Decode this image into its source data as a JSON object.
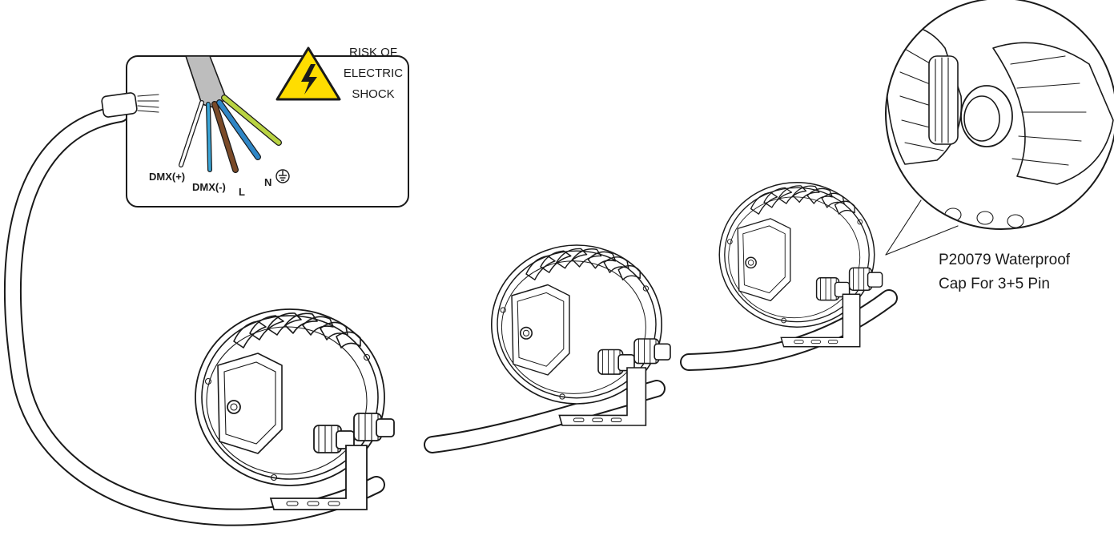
{
  "wiring_box": {
    "conductors": [
      {
        "label": "DMX(+)",
        "color": "#ffffff"
      },
      {
        "label": "DMX(-)",
        "color": "#3aa6d8"
      },
      {
        "label": "L",
        "color": "#7a4a28"
      },
      {
        "label": "N",
        "color": "#2f86c6"
      },
      {
        "label": "",
        "color": "#b9d342"
      }
    ],
    "earth_icon": "ground-symbol-icon",
    "cable_color": "#bdbdbd"
  },
  "warning": {
    "icon": "high-voltage-warning-icon",
    "line1": "RISK OF",
    "line2": "ELECTRIC",
    "line3": "SHOCK",
    "triangle_color": "#ffdd00"
  },
  "callout": {
    "line1": "P20079 Waterproof",
    "line2": "Cap For 3+5 Pin"
  }
}
